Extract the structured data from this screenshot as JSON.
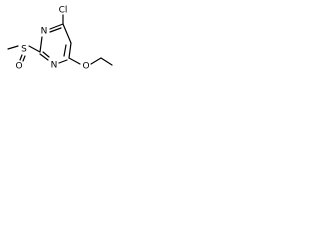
{
  "atoms": {
    "cl": "Cl",
    "n_top": "N",
    "n_bottom": "N",
    "s": "S",
    "o_sulfinyl": "O",
    "o_ether": "O"
  },
  "colors": {
    "line": "#000000",
    "background": "#ffffff"
  }
}
